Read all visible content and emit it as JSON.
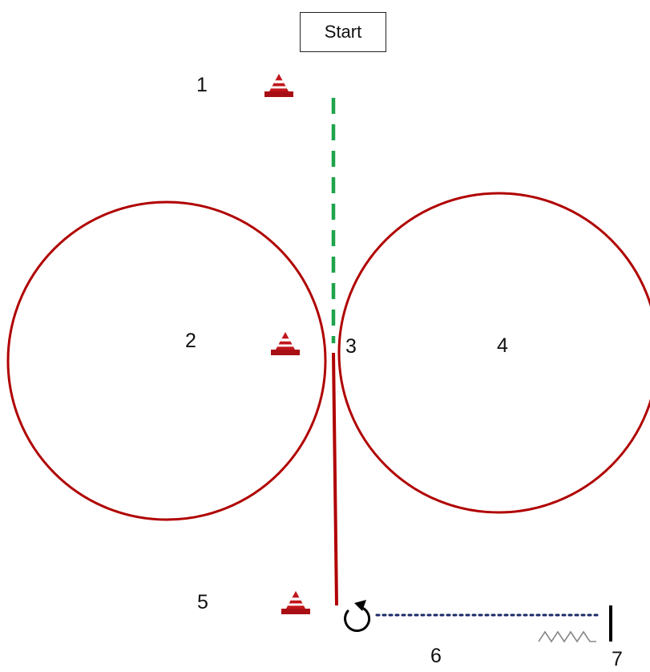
{
  "start_label": "Start",
  "labels": {
    "p1": "1",
    "p2": "2",
    "p3": "3",
    "p4": "4",
    "p5": "5",
    "p6": "6",
    "p7": "7"
  },
  "colors": {
    "path": "#b00000",
    "approach_line": "#1fa34a",
    "dotted_line": "#1a2a66",
    "cone_red": "#c0161b",
    "outline": "#111111"
  },
  "icons": {
    "cone": "traffic-cone-icon",
    "turn": "rotate-arrow-icon",
    "spring": "spring-icon",
    "stop_line": "stop-line"
  }
}
